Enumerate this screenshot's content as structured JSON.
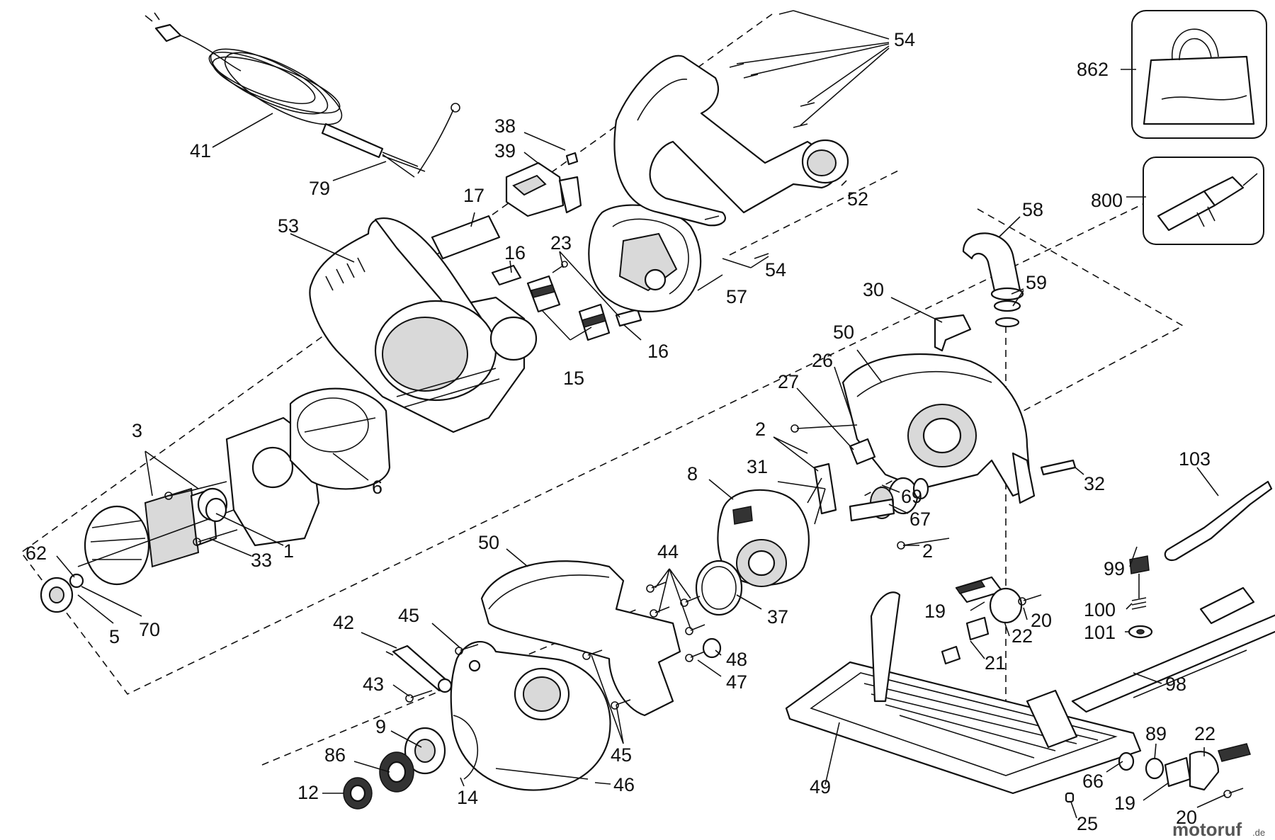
{
  "part_numbers": {
    "p41": "41",
    "p79": "79",
    "p38": "38",
    "p39": "39",
    "p17": "17",
    "p53": "53",
    "p16a": "16",
    "p16b": "16",
    "p23": "23",
    "p15": "15",
    "p54a": "54",
    "p54b": "54",
    "p52": "52",
    "p57": "57",
    "p862": "862",
    "p800": "800",
    "p58": "58",
    "p59": "59",
    "p30": "30",
    "p50a": "50",
    "p26": "26",
    "p27": "27",
    "p2a": "2",
    "p2b": "2",
    "p31": "31",
    "p8": "8",
    "p69": "69",
    "p67": "67",
    "p32": "32",
    "p103": "103",
    "p3": "3",
    "p1": "1",
    "p6": "6",
    "p33": "33",
    "p62": "62",
    "p5": "5",
    "p70": "70",
    "p50b": "50",
    "p44": "44",
    "p37": "37",
    "p42": "42",
    "p45a": "45",
    "p45b": "45",
    "p43": "43",
    "p48": "48",
    "p47": "47",
    "p9": "9",
    "p86": "86",
    "p12": "12",
    "p14": "14",
    "p46": "46",
    "p99": "99",
    "p100": "100",
    "p101": "101",
    "p19a": "19",
    "p20a": "20",
    "p22a": "22",
    "p21": "21",
    "p98": "98",
    "p49": "49",
    "p66": "66",
    "p89": "89",
    "p22b": "22",
    "p19b": "19",
    "p20b": "20",
    "p25": "25"
  },
  "watermark": {
    "brand": "motoruf",
    "tld": ".de"
  }
}
